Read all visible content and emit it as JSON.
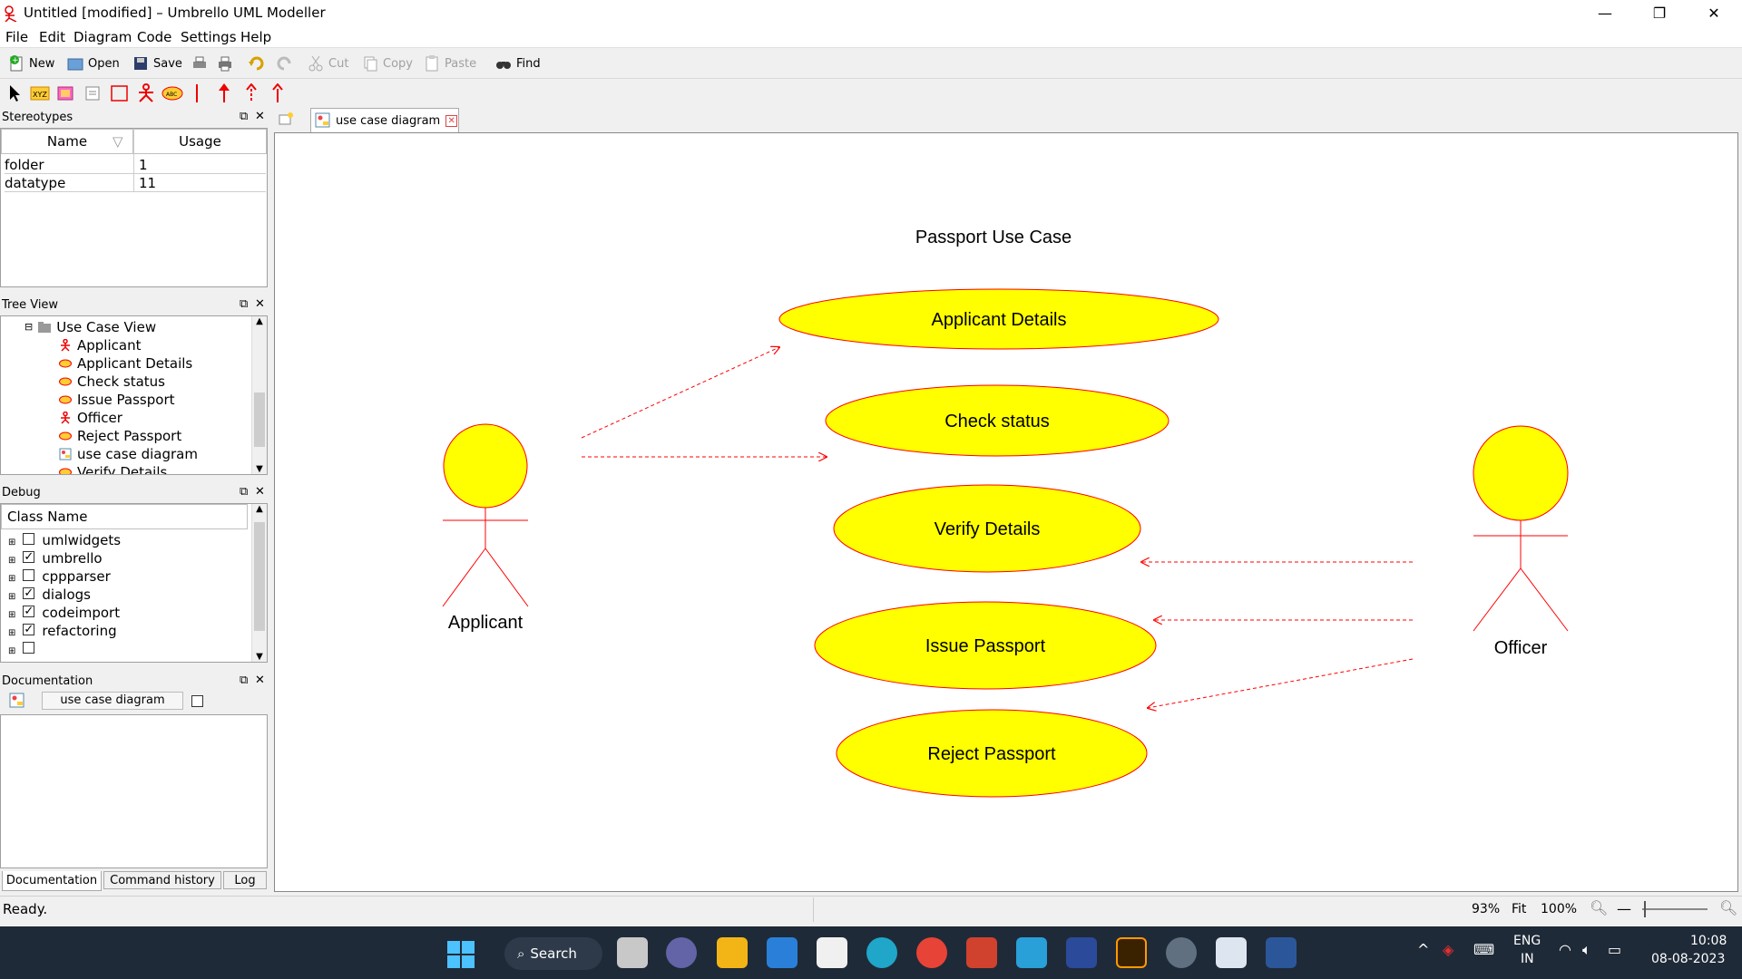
{
  "window": {
    "title": "Untitled [modified] – Umbrello UML Modeller"
  },
  "menu": [
    "File",
    "Edit",
    "Diagram",
    "Code",
    "Settings",
    "Help"
  ],
  "toolbar": {
    "new": "New",
    "open": "Open",
    "save": "Save",
    "cut": "Cut",
    "copy": "Copy",
    "paste": "Paste",
    "find": "Find"
  },
  "stereotypes": {
    "title": "Stereotypes",
    "columns": [
      "Name",
      "Usage"
    ],
    "rows": [
      {
        "name": "folder",
        "usage": "1"
      },
      {
        "name": "datatype",
        "usage": "11"
      }
    ]
  },
  "treeview": {
    "title": "Tree View",
    "root": "Use Case View",
    "items": [
      "Applicant",
      "Applicant Details",
      "Check status",
      "Issue Passport",
      "Officer",
      "Reject Passport",
      "use case diagram",
      "Verify Details"
    ]
  },
  "debug": {
    "title": "Debug",
    "column": "Class Name",
    "rows": [
      {
        "name": "umlwidgets",
        "checked": false
      },
      {
        "name": "umbrello",
        "checked": true
      },
      {
        "name": "cppparser",
        "checked": false
      },
      {
        "name": "dialogs",
        "checked": true
      },
      {
        "name": "codeimport",
        "checked": true
      },
      {
        "name": "refactoring",
        "checked": true
      },
      {
        "name": "",
        "checked": false
      }
    ]
  },
  "documentation": {
    "title": "Documentation",
    "item": "use case diagram",
    "tabs": [
      "Documentation",
      "Command history",
      "Log"
    ]
  },
  "diagram_tab": {
    "label": "use case diagram"
  },
  "diagram": {
    "title": "Passport Use Case",
    "actors": {
      "left": "Applicant",
      "right": "Officer"
    },
    "usecases": [
      "Applicant Details",
      "Check status",
      "Verify Details",
      "Issue Passport",
      "Reject Passport"
    ],
    "fill_color": "#ffff00",
    "line_color": "#ff0000"
  },
  "status": {
    "text": "Ready.",
    "zoom": "93%",
    "fit": "Fit",
    "full": "100%"
  },
  "taskbar": {
    "search": "Search",
    "lang1": "ENG",
    "lang2": "IN",
    "time": "10:08",
    "date": "08-08-2023"
  }
}
